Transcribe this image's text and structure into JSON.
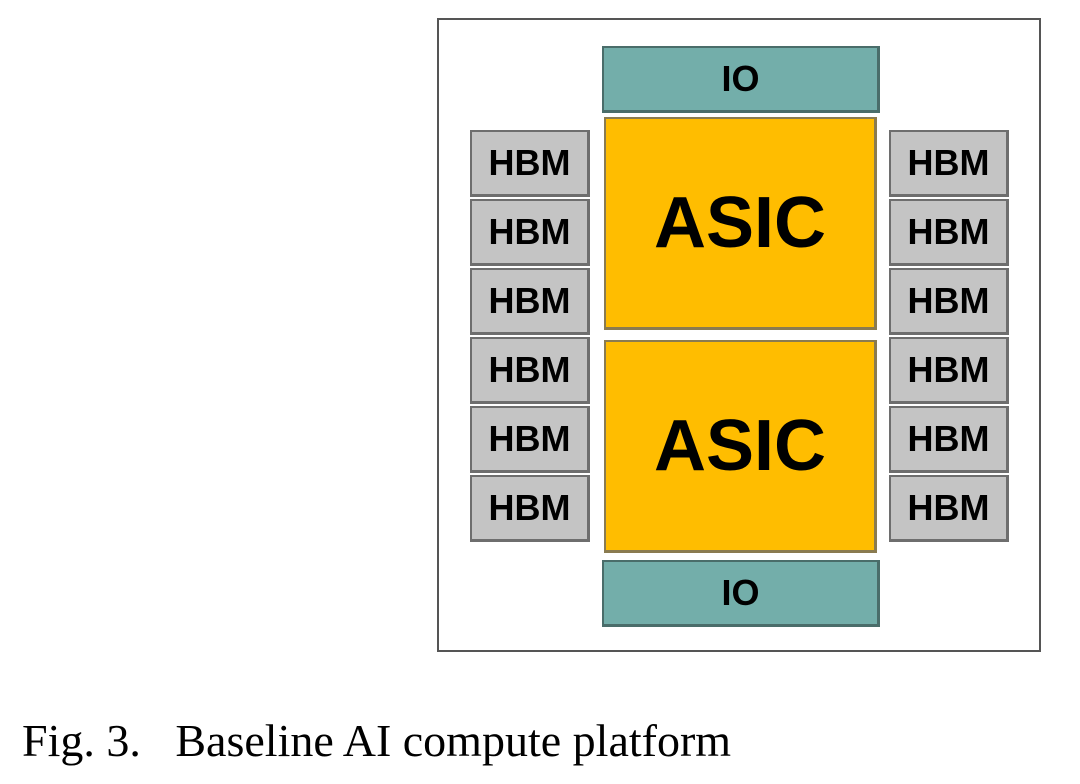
{
  "diagram": {
    "io_top": "IO",
    "io_bottom": "IO",
    "asic_top": "ASIC",
    "asic_bottom": "ASIC",
    "hbm_left": [
      "HBM",
      "HBM",
      "HBM",
      "HBM",
      "HBM",
      "HBM"
    ],
    "hbm_right": [
      "HBM",
      "HBM",
      "HBM",
      "HBM",
      "HBM",
      "HBM"
    ],
    "colors": {
      "io": "#73aeaa",
      "asic": "#ffbd00",
      "hbm": "#c4c4c4"
    }
  },
  "caption": {
    "label": "Fig. 3.",
    "text": "Baseline AI compute platform"
  }
}
